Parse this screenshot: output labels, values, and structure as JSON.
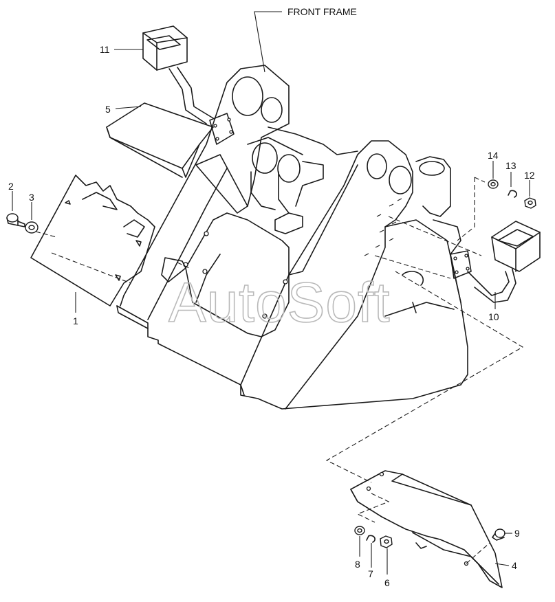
{
  "diagram": {
    "callout": "FRONT FRAME",
    "watermark": "AutoSoft",
    "part_labels": {
      "p1": "1",
      "p2": "2",
      "p3": "3",
      "p4": "4",
      "p5": "5",
      "p6": "6",
      "p7": "7",
      "p8": "8",
      "p9": "9",
      "p10": "10",
      "p11": "11",
      "p12": "12",
      "p13": "13",
      "p14": "14"
    }
  }
}
